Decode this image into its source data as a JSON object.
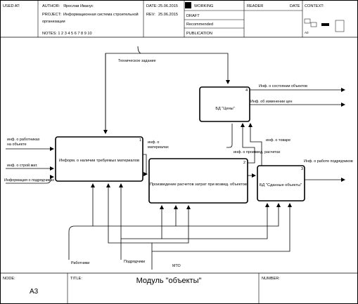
{
  "header": {
    "used_at": "USED AT:",
    "author_label": "AUTHOR:",
    "author": "Ярослав Иванус",
    "project_label": "PROJECT:",
    "project_line1": "Информационная система строительной",
    "project_line2": "организации",
    "notes": "NOTES:  1  2  3  4  5  6  7  8  9  10",
    "date_label": "DATE:",
    "date": "25.06.2015",
    "rev_label": "REV:",
    "rev": "25.06.2015",
    "status_working": "WORKING",
    "status_draft": "DRAFT",
    "status_recommended": "Recommended",
    "status_publication": "PUBLICATION",
    "reader": "READER",
    "reader_date": "DATE",
    "context": "CONTEXT:",
    "context_node": "A0"
  },
  "diagram": {
    "boxes": [
      {
        "label": "Информ. о наличии требуемых материалов",
        "number": "1"
      },
      {
        "label": "Произведение расчетов затрат при возвед. объектов",
        "number": "2"
      },
      {
        "label": "БД \"Сданные объекты\"",
        "number": "3"
      },
      {
        "label": "БД \"Цены\"",
        "number": "4"
      }
    ],
    "arrows": {
      "tech_task": "Техническое задание",
      "workers_info_l1": "инф. о работниках",
      "workers_info_l2": "на объекте",
      "building_mat": "инф. о строй.мат.",
      "contractors_info": "Информация о подрядчиках",
      "materials_info_l1": "инф. о",
      "materials_info_l2": "материалах",
      "calc_info": "инф. о произвед. расчетах",
      "goods_info": "инф. о товаре",
      "contractors_work": "Инф. о работе подрядчиков",
      "objects_state": "Инф. о состоянии объектов",
      "price_change": "Инф. об изменении цен",
      "workers": "Работники",
      "contractors": "Подрядчики",
      "mto": "МТО"
    }
  },
  "footer": {
    "node_label": "NODE:",
    "node": "A3",
    "title_label": "TITLE:",
    "title": "Модуль \"объекты\"",
    "number_label": "NUMBER:"
  }
}
